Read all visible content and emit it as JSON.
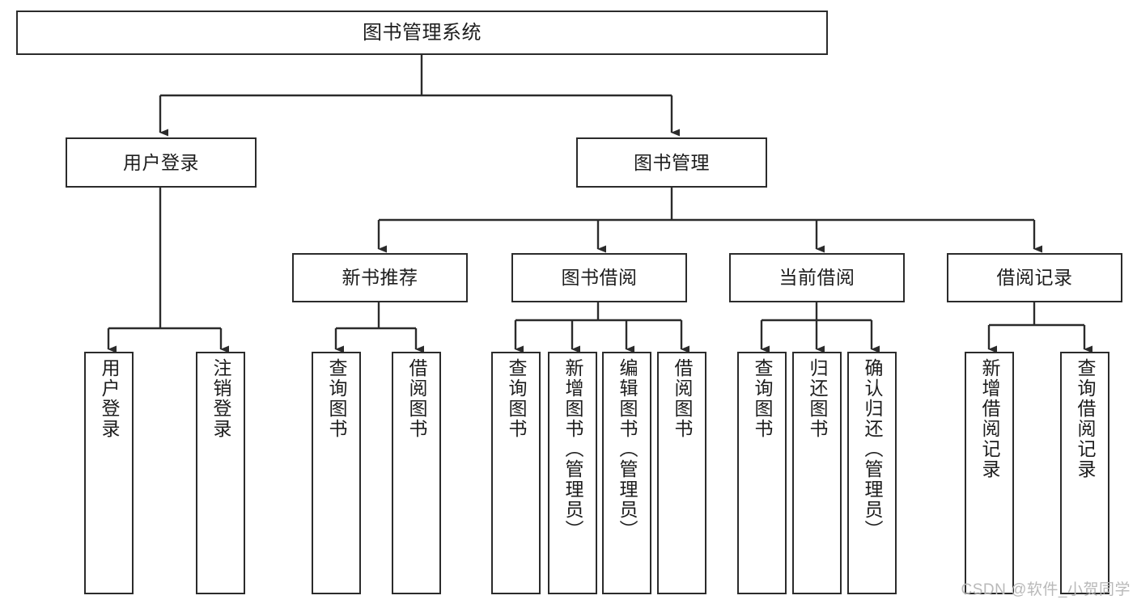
{
  "diagram": {
    "title": "图书管理系统",
    "watermark": "CSDN @软件_小贺同学",
    "type": "tree",
    "colors": {
      "border": "#2b2b2b",
      "background": "#ffffff",
      "text": "#1d1d1d",
      "watermark": "#b9b9b9"
    },
    "root": {
      "label": "图书管理系统"
    },
    "level2": [
      {
        "label": "用户登录"
      },
      {
        "label": "图书管理"
      }
    ],
    "level3": [
      {
        "label": "新书推荐"
      },
      {
        "label": "图书借阅"
      },
      {
        "label": "当前借阅"
      },
      {
        "label": "借阅记录"
      }
    ],
    "leaves": {
      "user_login": [
        {
          "label": "用户登录"
        },
        {
          "label": "注销登录"
        }
      ],
      "new_book_recommend": [
        {
          "label": "查询图书"
        },
        {
          "label": "借阅图书"
        }
      ],
      "book_borrow": [
        {
          "label": "查询图书"
        },
        {
          "label": "新增图书（管理员）"
        },
        {
          "label": "编辑图书（管理员）"
        },
        {
          "label": "借阅图书"
        }
      ],
      "current_borrow": [
        {
          "label": "查询图书"
        },
        {
          "label": "归还图书"
        },
        {
          "label": "确认归还（管理员）"
        }
      ],
      "borrow_record": [
        {
          "label": "新增借阅记录"
        },
        {
          "label": "查询借阅记录"
        }
      ]
    }
  }
}
